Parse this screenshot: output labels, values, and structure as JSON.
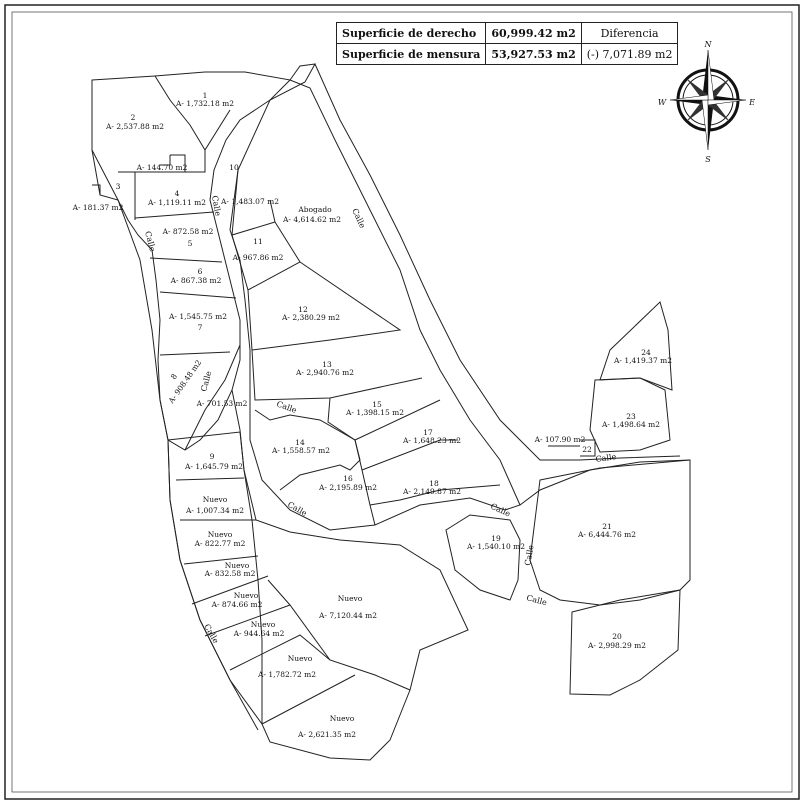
{
  "summary": {
    "row1_label": "Superficie de derecho",
    "row1_value": "60,999.42 m2",
    "row2_label": "Superficie de mensura",
    "row2_value": "53,927.53 m2",
    "diff_label": "Diferencia",
    "diff_value": "(-) 7,071.89 m2"
  },
  "compass": {
    "n": "N",
    "s": "S",
    "e": "E",
    "w": "W"
  },
  "street_label": "Calle",
  "lots": [
    {
      "id": "1",
      "area": "A- 1,732.18 m2"
    },
    {
      "id": "2",
      "area": "A- 2,537.88 m2"
    },
    {
      "id": "",
      "area": "A- 144.70 m2"
    },
    {
      "id": "3",
      "area": ""
    },
    {
      "id": "",
      "area": "A- 181.37 m2"
    },
    {
      "id": "4",
      "area": "A- 1,119.11 m2"
    },
    {
      "id": "5",
      "area": "A- 872.58 m2"
    },
    {
      "id": "6",
      "area": "A- 867.38 m2"
    },
    {
      "id": "7",
      "area": "A- 1,545.75 m2"
    },
    {
      "id": "8",
      "area": "A- 908.48 m2"
    },
    {
      "id": "",
      "area": "A- 701.53 m2"
    },
    {
      "id": "9",
      "area": "A- 1,645.79 m2"
    },
    {
      "id": "10",
      "area": "A- 1,483.07 m2"
    },
    {
      "id": "11",
      "area": "A- 967.86 m2"
    },
    {
      "id": "Abogado",
      "area": "A- 4,614.62 m2"
    },
    {
      "id": "12",
      "area": "A- 2,380.29 m2"
    },
    {
      "id": "13",
      "area": "A- 2,940.76 m2"
    },
    {
      "id": "14",
      "area": "A- 1,558.57 m2"
    },
    {
      "id": "15",
      "area": "A- 1,398.15 m2"
    },
    {
      "id": "16",
      "area": "A- 2,195.89 m2"
    },
    {
      "id": "17",
      "area": "A- 1,648.23 m2"
    },
    {
      "id": "18",
      "area": "A- 2,149.87 m2"
    },
    {
      "id": "19",
      "area": "A- 1,540.10 m2"
    },
    {
      "id": "20",
      "area": "A- 2,998.29 m2"
    },
    {
      "id": "21",
      "area": "A- 6,444.76 m2"
    },
    {
      "id": "22",
      "area": "A- 107.90 m2"
    },
    {
      "id": "23",
      "area": "A- 1,498.64 m2"
    },
    {
      "id": "24",
      "area": "A- 1,419.37 m2"
    },
    {
      "id": "Nuevo",
      "area": "A- 1,007.34 m2"
    },
    {
      "id": "Nuevo",
      "area": "A- 822.77 m2"
    },
    {
      "id": "Nuevo",
      "area": "A- 832.58 m2"
    },
    {
      "id": "Nuevo",
      "area": "A- 874.66 m2"
    },
    {
      "id": "Nuevo",
      "area": "A- 944.64 m2"
    },
    {
      "id": "Nuevo",
      "area": "A- 7,120.44 m2"
    },
    {
      "id": "Nuevo",
      "area": "A- 1,782.72 m2"
    },
    {
      "id": "Nuevo",
      "area": "A- 2,621.35 m2"
    }
  ]
}
